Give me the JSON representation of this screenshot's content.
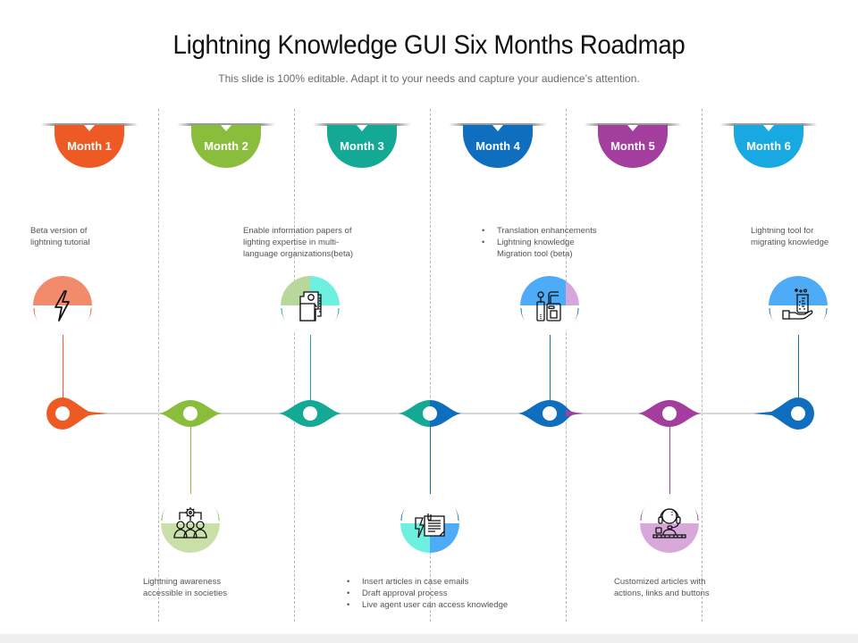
{
  "header": {
    "title": "Lightning Knowledge GUI Six Months Roadmap",
    "subtitle": "This slide is 100% editable. Adapt it to your needs and capture your audience’s attention."
  },
  "colors": {
    "month1": "#ee5a24",
    "month2": "#8bbd3d",
    "month3": "#14a995",
    "month4": "#0f6fbe",
    "month5": "#a33d9e",
    "month6": "#19a9e2",
    "separator": "#b9b9b9",
    "timeline": "#d6d6d6",
    "text": "#555555"
  },
  "months": [
    {
      "label": "Month 1"
    },
    {
      "label": "Month 2"
    },
    {
      "label": "Month 3"
    },
    {
      "label": "Month 4"
    },
    {
      "label": "Month 5"
    },
    {
      "label": "Month 6"
    }
  ],
  "milestones": [
    {
      "position": "top",
      "icon": "lightning-bolt-icon",
      "lines": [
        "Beta version of",
        "lightning tutorial"
      ]
    },
    {
      "position": "bottom",
      "icon": "team-gear-icon",
      "lines": [
        "Lightning awareness",
        "accessible in societies"
      ]
    },
    {
      "position": "top",
      "icon": "profile-documents-icon",
      "lines": [
        "Enable information papers of",
        "lighting expertise in multi-",
        "language organizations(beta)"
      ]
    },
    {
      "position": "bottom",
      "icon": "lightning-note-icon",
      "bullets": [
        "Insert articles in case emails",
        "Draft approval process",
        "Live agent user can access knowledge"
      ]
    },
    {
      "position": "top",
      "icon": "migration-devices-icon",
      "bullets": [
        "Translation enhancements",
        "Lightning knowledge"
      ],
      "continuation": "Migration tool (beta)"
    },
    {
      "position": "bottom",
      "icon": "support-agent-icon",
      "lines": [
        "Customized articles with",
        "actions, links and buttons"
      ]
    },
    {
      "position": "top",
      "icon": "beaker-hand-icon",
      "lines": [
        "Lightning tool for",
        "migrating knowledge"
      ]
    }
  ]
}
